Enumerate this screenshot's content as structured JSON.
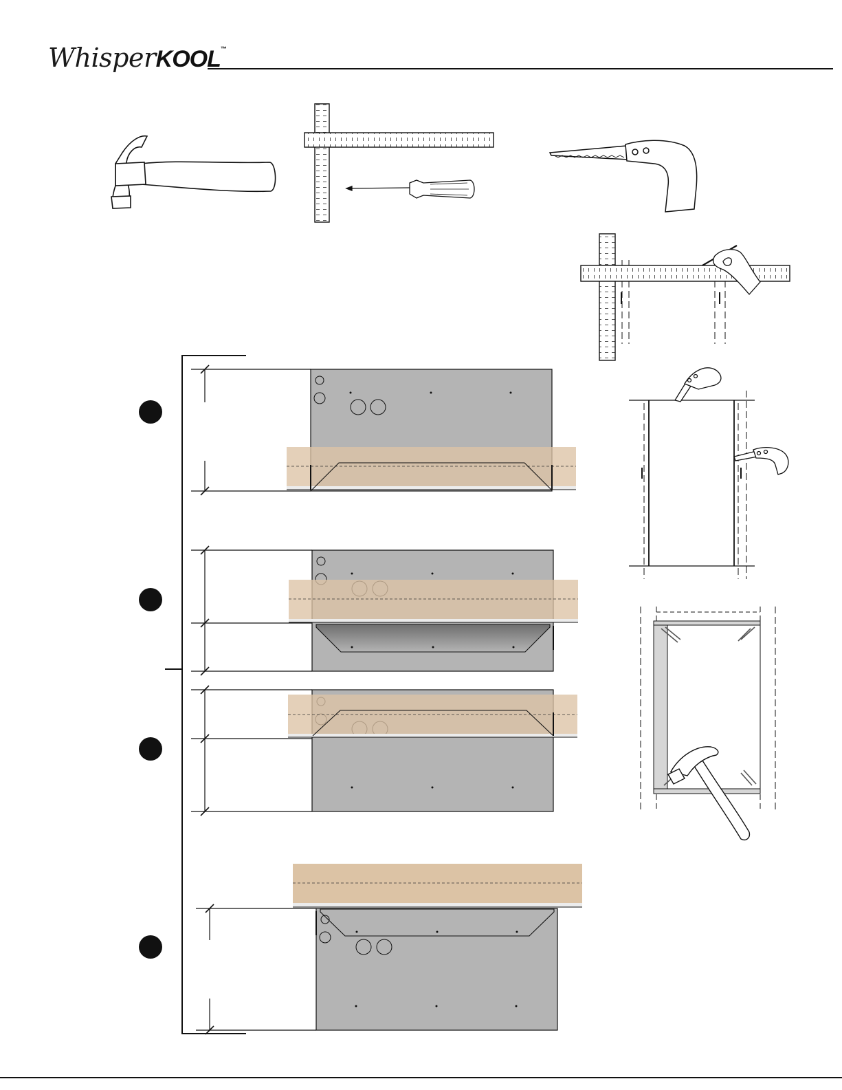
{
  "header": {
    "brand_script": "Whisper",
    "brand_bold": "KOOL",
    "trademark": "™"
  },
  "tools": [
    {
      "name": "hammer"
    },
    {
      "name": "framing-square"
    },
    {
      "name": "screwdriver"
    },
    {
      "name": "keyhole-saw"
    }
  ],
  "mount_steps": [
    {
      "position": "bracket-below-header"
    },
    {
      "position": "header-across-center"
    },
    {
      "position": "bracket-above-header"
    },
    {
      "position": "header-above-unit"
    }
  ],
  "colors": {
    "unit_panel": "#b4b4b4",
    "wood_header": "#dcc3a5",
    "line": "#111111",
    "step_marker": "#111111"
  }
}
